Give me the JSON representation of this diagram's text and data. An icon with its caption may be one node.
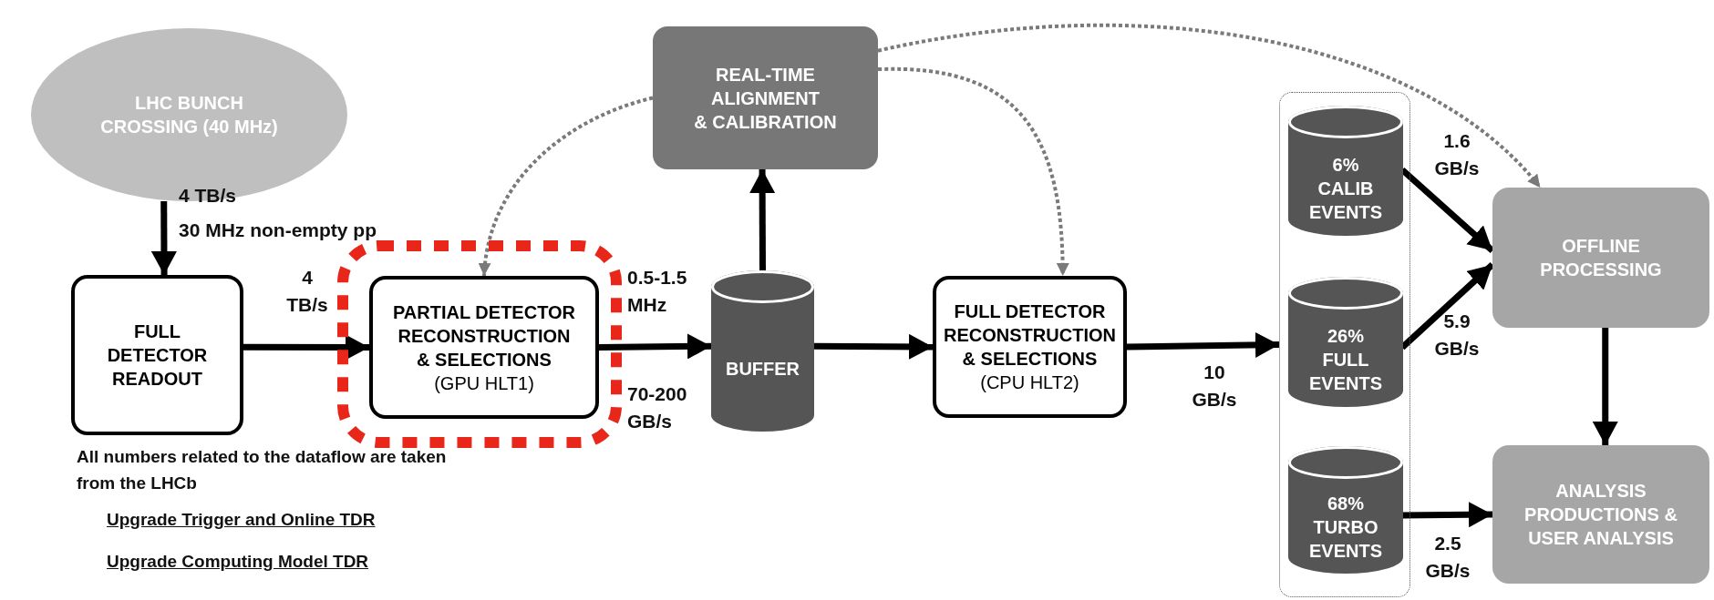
{
  "diagram": {
    "nodes": [
      {
        "text": [
          "LHC BUNCH CROSSING (40 MHz)"
        ]
      },
      {
        "text": [
          "FULL DETECTOR READOUT"
        ]
      },
      {
        "text": [],
        "shape": "box"
      },
      {
        "text": [
          "PARTIAL DETECTOR RECONSTRUCTION & SELECTIONS",
          "(GPU HLT1)"
        ],
        "in": 2
      },
      {
        "text": [
          "REAL-TIME ALIGNMENT & CALIBRATION"
        ]
      },
      {
        "text": [
          "BUFFER"
        ]
      },
      {
        "text": [
          "FULL DETECTOR RECONSTRUCTION & SELECTIONS",
          "(CPU HLT2)"
        ]
      },
      {
        "text": [],
        "shape": "box"
      },
      {
        "text": [
          "6% CALIB EVENTS"
        ],
        "in": 7
      },
      {
        "text": [
          "26% FULL EVENTS"
        ],
        "in": 7
      },
      {
        "text": [
          "68% TURBO EVENTS"
        ],
        "in": 7
      },
      {
        "text": [
          "OFFLINE PROCESSING"
        ]
      },
      {
        "text": [
          "ANALYSIS PRODUCTIONS & USER ANALYSIS"
        ]
      }
    ],
    "edges": [
      {
        "from": 0,
        "to": 1,
        "arrow": "to",
        "label": "4 TB/s"
      },
      {
        "from": 1,
        "to": 3,
        "arrow": "to",
        "label": "4 TB/s"
      },
      {
        "from": 3,
        "to": 5,
        "arrow": "to",
        "label": "0.5-1.5 MHz"
      },
      {
        "from": 5,
        "to": 4,
        "arrow": "to"
      },
      {
        "from": 5,
        "to": 6,
        "arrow": "to"
      },
      {
        "from": 6,
        "to": 7,
        "arrow": "to",
        "label": "10 GB/s"
      },
      {
        "from": 8,
        "to": 11,
        "arrow": "to",
        "label": "1.6 GB/s"
      },
      {
        "from": 9,
        "to": 11,
        "arrow": "to",
        "label": "5.9 GB/s"
      },
      {
        "from": 10,
        "to": 12,
        "arrow": "to",
        "label": "2.5 GB/s"
      },
      {
        "from": 11,
        "to": 12,
        "arrow": "to"
      },
      {
        "from": 4,
        "to": 3,
        "arrow": "to",
        "style": "dashed",
        "color": "#7a7a7a"
      },
      {
        "from": 4,
        "to": 6,
        "arrow": "to",
        "style": "dashed",
        "color": "#7a7a7a"
      },
      {
        "from": 4,
        "to": 11,
        "arrow": "to",
        "style": "dashed",
        "color": "#7a7a7a"
      }
    ],
    "labels": [
      "30 MHz non-empty pp",
      "70-200 GB/s",
      "All numbers related to the dataflow are taken from the LHCb",
      "Upgrade Trigger and Online TDR",
      "Upgrade Computing Model TDR"
    ]
  }
}
